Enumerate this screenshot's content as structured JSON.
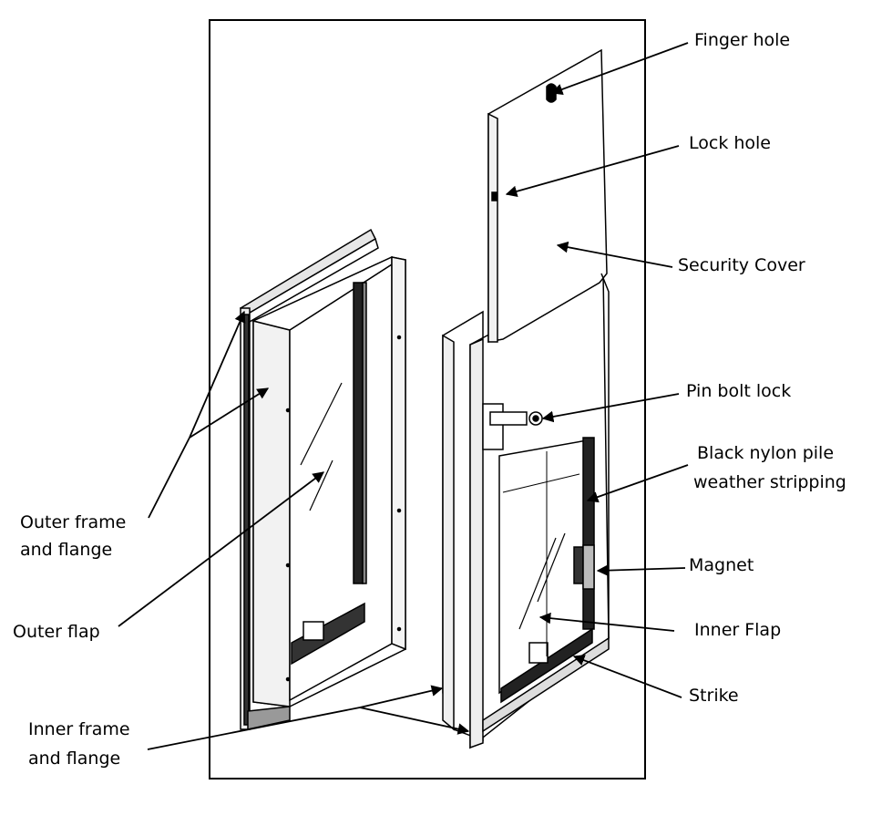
{
  "labels": {
    "finger_hole": "Finger hole",
    "lock_hole": "Lock hole",
    "security_cover": "Security Cover",
    "pin_bolt_lock": "Pin bolt lock",
    "weather_stripping_line1": "Black nylon pile",
    "weather_stripping_line2": "weather stripping",
    "magnet": "Magnet",
    "inner_flap": "Inner Flap",
    "strike": "Strike",
    "outer_frame_line1": "Outer frame",
    "outer_frame_line2": "and flange",
    "outer_flap": "Outer flap",
    "inner_frame_line1": "Inner frame",
    "inner_frame_line2": "and flange"
  }
}
